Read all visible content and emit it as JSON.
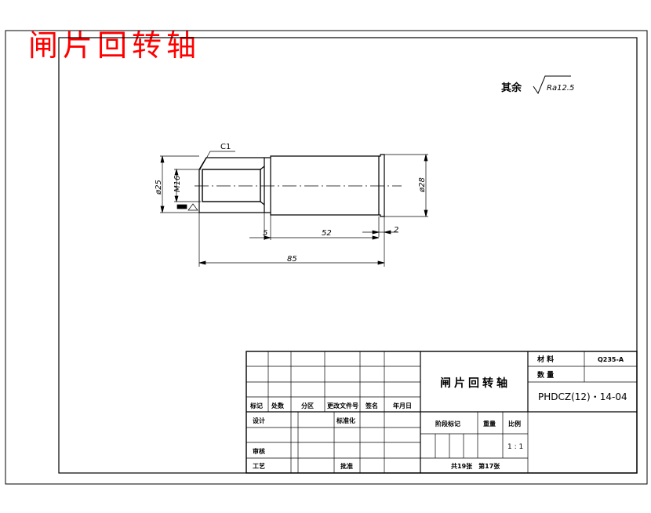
{
  "title_red": "闸片回转轴",
  "roughness": {
    "label": "其余",
    "value": "Ra12.5"
  },
  "dimensions": {
    "chamfer": "C1",
    "dia_outer": "ø25",
    "thread": "M16",
    "dia_head": "ø28",
    "len_5": "5",
    "len_52": "52",
    "len_2": "2",
    "len_85": "85"
  },
  "title_block": {
    "part_name": "闸片回转轴",
    "material_label": "材 料",
    "material_value": "Q235-A",
    "quantity_label": "数 量",
    "drawing_no": "PHDCZ(12)・14-04",
    "rev_headers": [
      "标记",
      "处数",
      "分区",
      "更改文件号",
      "签名",
      "年月日"
    ],
    "design": "设计",
    "standardize": "标准化",
    "stage_mark": "阶段标记",
    "weight": "重量",
    "scale_label": "比例",
    "scale_value": "1 : 1",
    "review": "审核",
    "process": "工艺",
    "approve": "批准",
    "sheets": "共19张　第17张"
  }
}
